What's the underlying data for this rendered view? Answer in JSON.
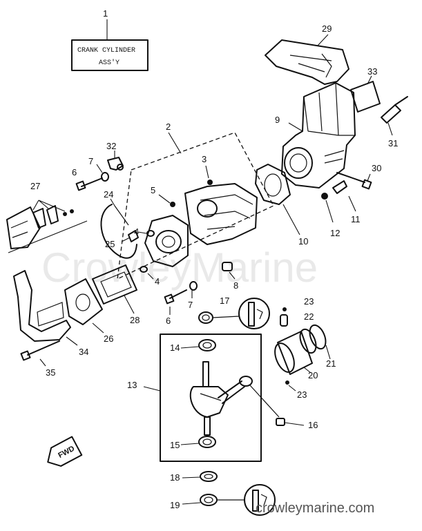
{
  "title_box": {
    "line1": "CRANK CYLINDER",
    "line2": "ASS'Y"
  },
  "fwd_label": "FWD",
  "watermark": "CrowleyMarine",
  "site_url": "crowleymarine.com",
  "callouts": {
    "p1": "1",
    "p2": "2",
    "p3": "3",
    "p4a": "4",
    "p4b": "4",
    "p5": "5",
    "p6a": "6",
    "p6b": "6",
    "p7a": "7",
    "p7b": "7",
    "p8": "8",
    "p9": "9",
    "p10": "10",
    "p11": "11",
    "p12": "12",
    "p13": "13",
    "p14": "14",
    "p15": "15",
    "p16": "16",
    "p17": "17",
    "p18": "18",
    "p19": "19",
    "p20": "20",
    "p21": "21",
    "p22": "22",
    "p23a": "23",
    "p23b": "23",
    "p24": "24",
    "p25": "25",
    "p26": "26",
    "p27": "27",
    "p28": "28",
    "p29": "29",
    "p30": "30",
    "p31": "31",
    "p32": "32",
    "p33": "33",
    "p34": "34",
    "p35": "35"
  }
}
